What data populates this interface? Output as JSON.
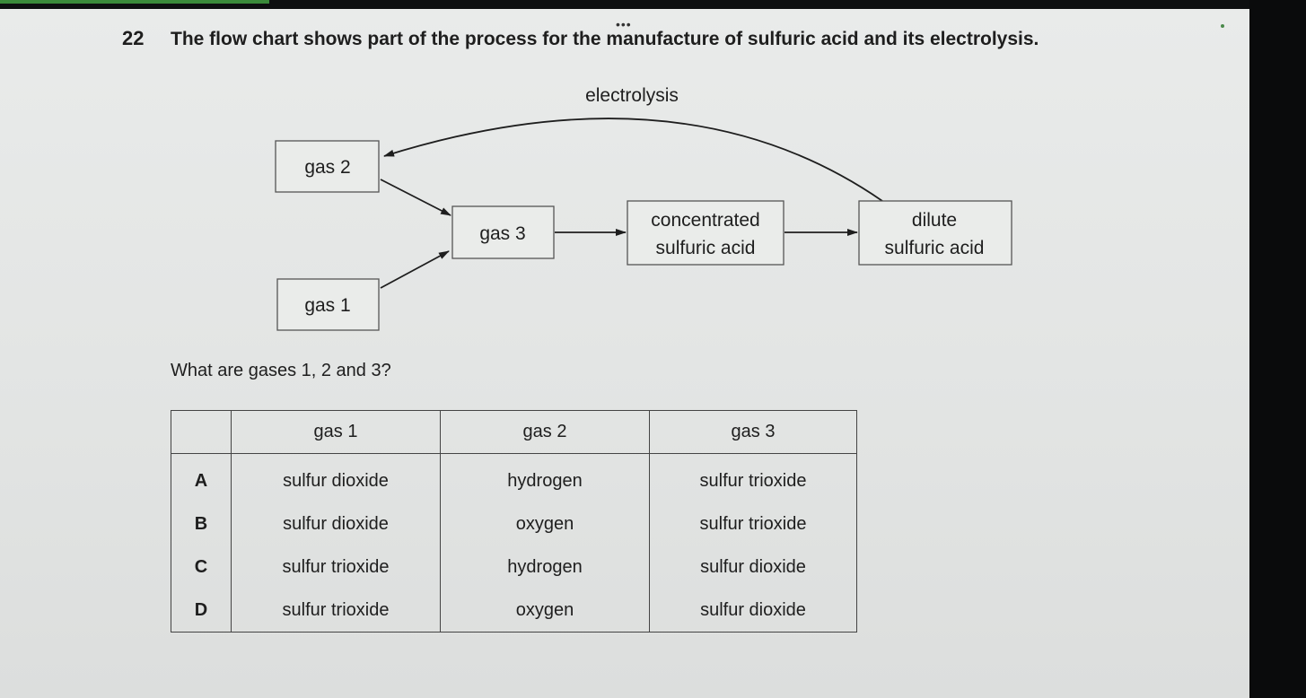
{
  "question": {
    "number": "22",
    "text": "The flow chart shows part of the process for the manufacture of sulfuric acid and its electrolysis.",
    "subquestion": "What are gases 1, 2 and 3?"
  },
  "flowchart": {
    "electrolysis_label": "electrolysis",
    "gas2": "gas 2",
    "gas1": "gas 1",
    "gas3": "gas 3",
    "concentrated_line1": "concentrated",
    "concentrated_line2": "sulfuric acid",
    "dilute_line1": "dilute",
    "dilute_line2": "sulfuric acid"
  },
  "table": {
    "headers": [
      "",
      "gas 1",
      "gas 2",
      "gas 3"
    ],
    "rows": [
      {
        "key": "A",
        "gas1": "sulfur dioxide",
        "gas2": "hydrogen",
        "gas3": "sulfur trioxide"
      },
      {
        "key": "B",
        "gas1": "sulfur dioxide",
        "gas2": "oxygen",
        "gas3": "sulfur trioxide"
      },
      {
        "key": "C",
        "gas1": "sulfur trioxide",
        "gas2": "hydrogen",
        "gas3": "sulfur dioxide"
      },
      {
        "key": "D",
        "gas1": "sulfur trioxide",
        "gas2": "oxygen",
        "gas3": "sulfur dioxide"
      }
    ]
  },
  "menu_dots": "•••"
}
